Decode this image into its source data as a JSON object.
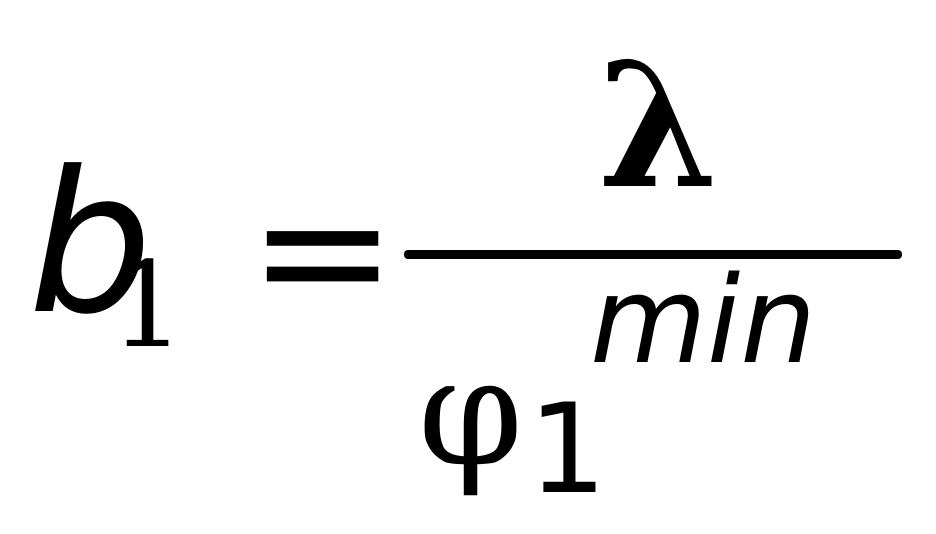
{
  "equation": {
    "lhs_variable": "b",
    "lhs_subscript": "1",
    "operator": "=",
    "numerator": "λ",
    "exponent": "min",
    "denominator_variable": "φ",
    "denominator_subscript": "1"
  },
  "colors": {
    "text": "#000000",
    "background": "#ffffff"
  }
}
